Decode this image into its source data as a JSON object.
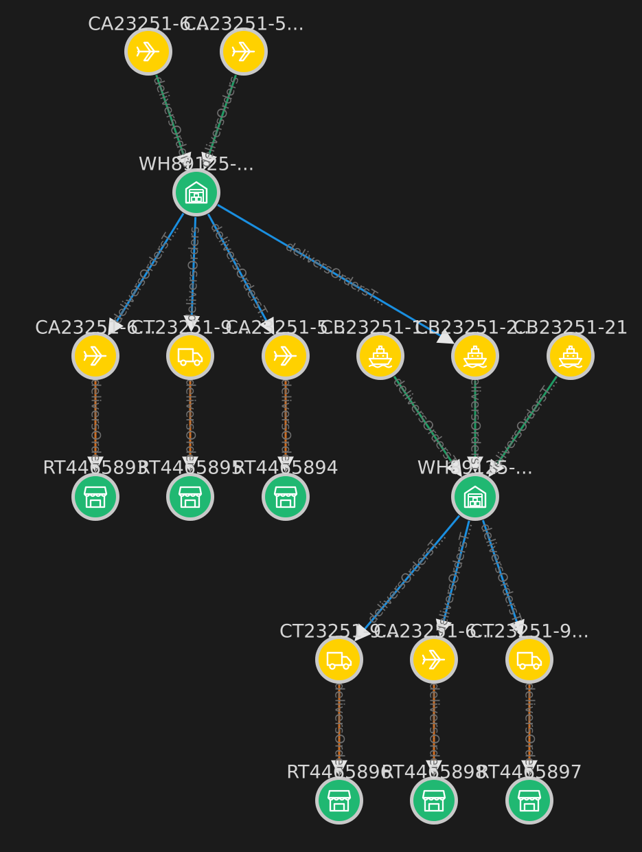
{
  "colors": {
    "background": "#1b1b1b",
    "carrier_fill": "#ffd100",
    "location_fill": "#20b872",
    "node_ring": "#c9c9c9",
    "label_text": "#d6d6d6",
    "edge_label_text": "#6f6f6f",
    "edge_blue": "#1a8fe0",
    "edge_green": "#1f9a63",
    "edge_orange": "#d16a1a"
  },
  "nodes": [
    {
      "id": "n1",
      "label": "CA23251-6...",
      "icon": "airplane-icon",
      "kind": "carrier"
    },
    {
      "id": "n2",
      "label": "CA23251-5...",
      "icon": "airplane-icon",
      "kind": "carrier"
    },
    {
      "id": "wh1",
      "label": "WH89125-...",
      "icon": "warehouse-icon",
      "kind": "location"
    },
    {
      "id": "n3",
      "label": "CA23251-6...",
      "icon": "airplane-icon",
      "kind": "carrier"
    },
    {
      "id": "n4",
      "label": "CT23251-9...",
      "icon": "truck-icon",
      "kind": "carrier"
    },
    {
      "id": "n5",
      "label": "CA23251-5...",
      "icon": "airplane-icon",
      "kind": "carrier"
    },
    {
      "id": "n6",
      "label": "CB23251-1...",
      "icon": "ship-icon",
      "kind": "carrier"
    },
    {
      "id": "n7",
      "label": "CB23251-2...",
      "icon": "ship-icon",
      "kind": "carrier"
    },
    {
      "id": "n8",
      "label": "CB23251-21",
      "icon": "ship-icon",
      "kind": "carrier"
    },
    {
      "id": "r1",
      "label": "RT4465893",
      "icon": "store-icon",
      "kind": "location"
    },
    {
      "id": "r2",
      "label": "RT4465895",
      "icon": "store-icon",
      "kind": "location"
    },
    {
      "id": "r3",
      "label": "RT4465894",
      "icon": "store-icon",
      "kind": "location"
    },
    {
      "id": "wh2",
      "label": "WH89125-...",
      "icon": "warehouse-icon",
      "kind": "location"
    },
    {
      "id": "n9",
      "label": "CT23251-9...",
      "icon": "truck-icon",
      "kind": "carrier"
    },
    {
      "id": "n10",
      "label": "CA23251-6...",
      "icon": "airplane-icon",
      "kind": "carrier"
    },
    {
      "id": "n11",
      "label": "CT23251-9...",
      "icon": "truck-icon",
      "kind": "carrier"
    },
    {
      "id": "r4",
      "label": "RT4465896",
      "icon": "store-icon",
      "kind": "location"
    },
    {
      "id": "r5",
      "label": "RT4465898",
      "icon": "store-icon",
      "kind": "location"
    },
    {
      "id": "r6",
      "label": "RT4465897",
      "icon": "store-icon",
      "kind": "location"
    }
  ],
  "edges": [
    {
      "from": "n1",
      "to": "wh1",
      "label": "deliversOrders",
      "color": "green"
    },
    {
      "from": "n2",
      "to": "wh1",
      "label": "deliversOrders",
      "color": "green"
    },
    {
      "from": "wh1",
      "to": "n3",
      "label": "deliversOrdersT...",
      "color": "blue"
    },
    {
      "from": "wh1",
      "to": "n4",
      "label": "deliversOrders",
      "color": "blue"
    },
    {
      "from": "wh1",
      "to": "n5",
      "label": "deliversOrdersT...",
      "color": "blue"
    },
    {
      "from": "wh1",
      "to": "n7",
      "label": "deliversOrdersT...",
      "color": "blue"
    },
    {
      "from": "n3",
      "to": "r1",
      "label": "deliversOrders",
      "color": "orange"
    },
    {
      "from": "n4",
      "to": "r2",
      "label": "deliversOrders",
      "color": "orange"
    },
    {
      "from": "n5",
      "to": "r3",
      "label": "deliversOrders",
      "color": "orange"
    },
    {
      "from": "n6",
      "to": "wh2",
      "label": "deliversOrdersT...",
      "color": "green"
    },
    {
      "from": "n7",
      "to": "wh2",
      "label": "deliversOrdersT...",
      "color": "green"
    },
    {
      "from": "n8",
      "to": "wh2",
      "label": "deliversOrdersT...",
      "color": "green"
    },
    {
      "from": "wh2",
      "to": "n9",
      "label": "deliversOrdersT...",
      "color": "blue"
    },
    {
      "from": "wh2",
      "to": "n10",
      "label": "deliversOrdersT...",
      "color": "blue"
    },
    {
      "from": "wh2",
      "to": "n11",
      "label": "deliversOrdersT...",
      "color": "blue"
    },
    {
      "from": "n9",
      "to": "r4",
      "label": "deliversOrders",
      "color": "orange"
    },
    {
      "from": "n10",
      "to": "r5",
      "label": "deliversOrders",
      "color": "orange"
    },
    {
      "from": "n11",
      "to": "r6",
      "label": "deliversOrders",
      "color": "orange"
    }
  ]
}
